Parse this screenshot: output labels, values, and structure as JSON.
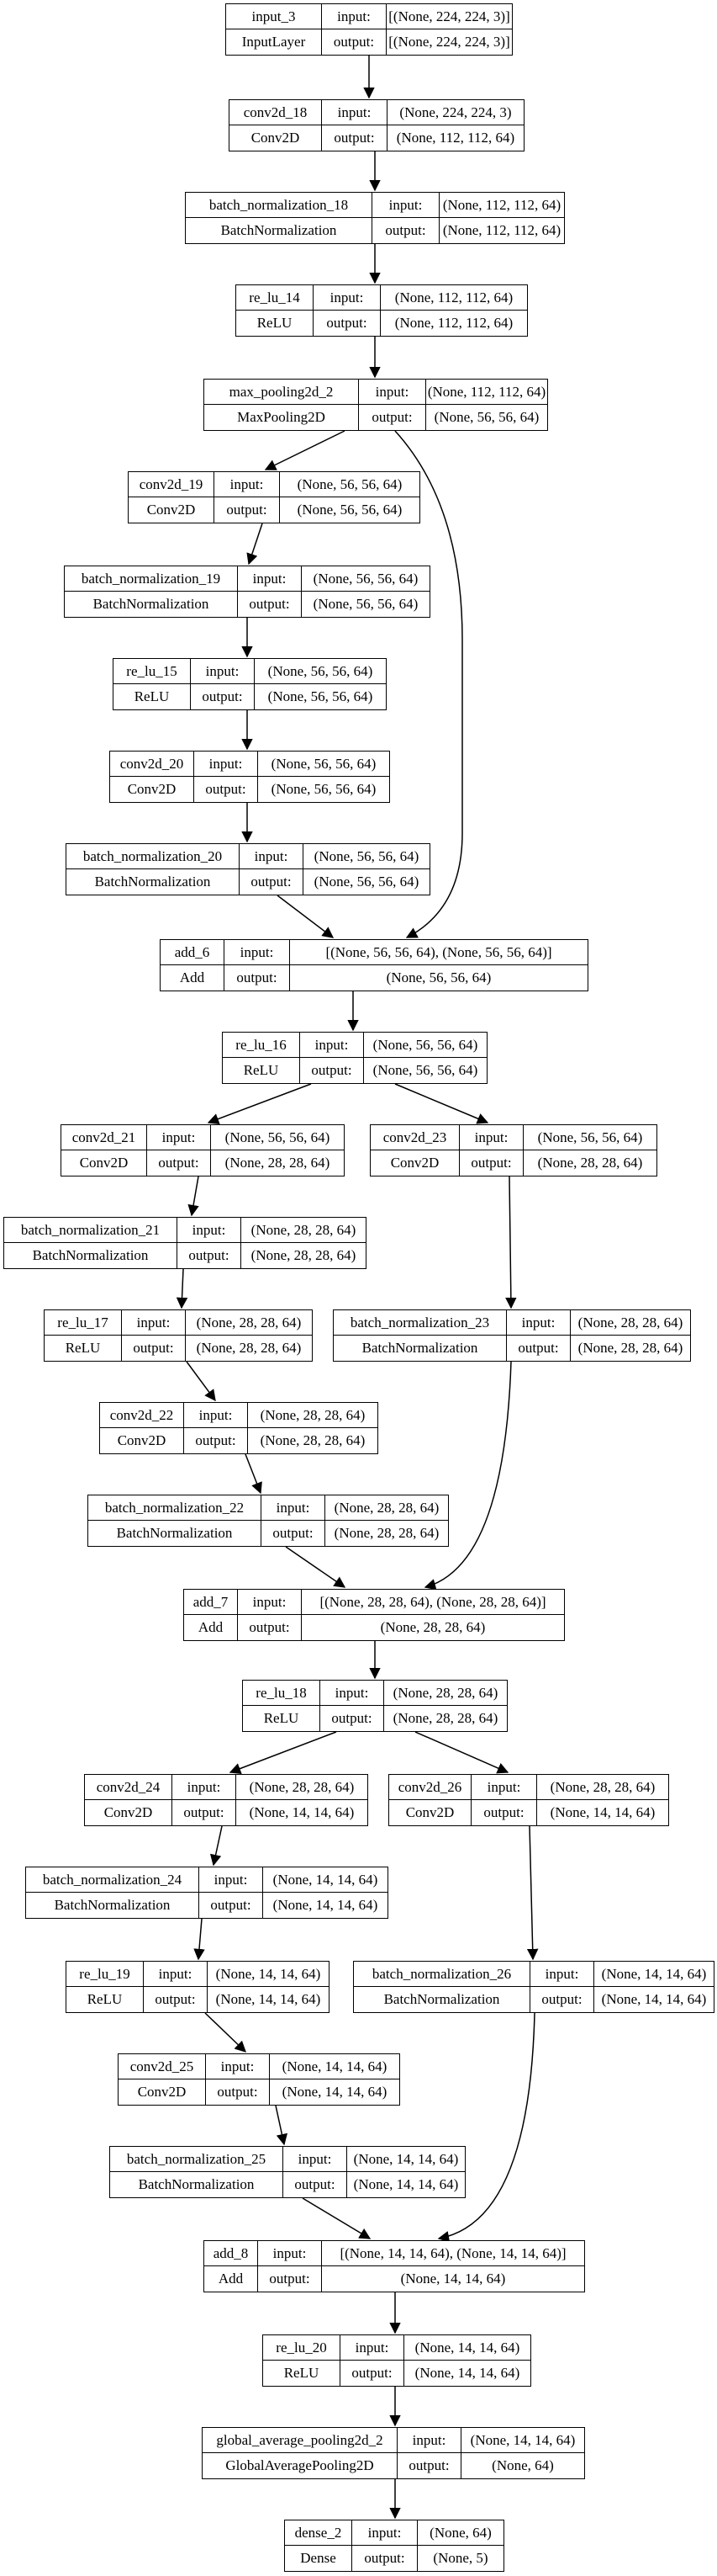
{
  "nodes": [
    {
      "id": "input_3",
      "name": "input_3",
      "type": "InputLayer",
      "input_label": "input:",
      "output_label": "output:",
      "input": "[(None, 224, 224, 3)]",
      "output": "[(None, 224, 224, 3)]"
    },
    {
      "id": "conv2d_18",
      "name": "conv2d_18",
      "type": "Conv2D",
      "input_label": "input:",
      "output_label": "output:",
      "input": "(None, 224, 224, 3)",
      "output": "(None, 112, 112, 64)"
    },
    {
      "id": "batch_normalization_18",
      "name": "batch_normalization_18",
      "type": "BatchNormalization",
      "input_label": "input:",
      "output_label": "output:",
      "input": "(None, 112, 112, 64)",
      "output": "(None, 112, 112, 64)"
    },
    {
      "id": "re_lu_14",
      "name": "re_lu_14",
      "type": "ReLU",
      "input_label": "input:",
      "output_label": "output:",
      "input": "(None, 112, 112, 64)",
      "output": "(None, 112, 112, 64)"
    },
    {
      "id": "max_pooling2d_2",
      "name": "max_pooling2d_2",
      "type": "MaxPooling2D",
      "input_label": "input:",
      "output_label": "output:",
      "input": "(None, 112, 112, 64)",
      "output": "(None, 56, 56, 64)"
    },
    {
      "id": "conv2d_19",
      "name": "conv2d_19",
      "type": "Conv2D",
      "input_label": "input:",
      "output_label": "output:",
      "input": "(None, 56, 56, 64)",
      "output": "(None, 56, 56, 64)"
    },
    {
      "id": "batch_normalization_19",
      "name": "batch_normalization_19",
      "type": "BatchNormalization",
      "input_label": "input:",
      "output_label": "output:",
      "input": "(None, 56, 56, 64)",
      "output": "(None, 56, 56, 64)"
    },
    {
      "id": "re_lu_15",
      "name": "re_lu_15",
      "type": "ReLU",
      "input_label": "input:",
      "output_label": "output:",
      "input": "(None, 56, 56, 64)",
      "output": "(None, 56, 56, 64)"
    },
    {
      "id": "conv2d_20",
      "name": "conv2d_20",
      "type": "Conv2D",
      "input_label": "input:",
      "output_label": "output:",
      "input": "(None, 56, 56, 64)",
      "output": "(None, 56, 56, 64)"
    },
    {
      "id": "batch_normalization_20",
      "name": "batch_normalization_20",
      "type": "BatchNormalization",
      "input_label": "input:",
      "output_label": "output:",
      "input": "(None, 56, 56, 64)",
      "output": "(None, 56, 56, 64)"
    },
    {
      "id": "add_6",
      "name": "add_6",
      "type": "Add",
      "input_label": "input:",
      "output_label": "output:",
      "input": "[(None, 56, 56, 64), (None, 56, 56, 64)]",
      "output": "(None, 56, 56, 64)"
    },
    {
      "id": "re_lu_16",
      "name": "re_lu_16",
      "type": "ReLU",
      "input_label": "input:",
      "output_label": "output:",
      "input": "(None, 56, 56, 64)",
      "output": "(None, 56, 56, 64)"
    },
    {
      "id": "conv2d_21",
      "name": "conv2d_21",
      "type": "Conv2D",
      "input_label": "input:",
      "output_label": "output:",
      "input": "(None, 56, 56, 64)",
      "output": "(None, 28, 28, 64)"
    },
    {
      "id": "conv2d_23",
      "name": "conv2d_23",
      "type": "Conv2D",
      "input_label": "input:",
      "output_label": "output:",
      "input": "(None, 56, 56, 64)",
      "output": "(None, 28, 28, 64)"
    },
    {
      "id": "batch_normalization_21",
      "name": "batch_normalization_21",
      "type": "BatchNormalization",
      "input_label": "input:",
      "output_label": "output:",
      "input": "(None, 28, 28, 64)",
      "output": "(None, 28, 28, 64)"
    },
    {
      "id": "re_lu_17",
      "name": "re_lu_17",
      "type": "ReLU",
      "input_label": "input:",
      "output_label": "output:",
      "input": "(None, 28, 28, 64)",
      "output": "(None, 28, 28, 64)"
    },
    {
      "id": "batch_normalization_23",
      "name": "batch_normalization_23",
      "type": "BatchNormalization",
      "input_label": "input:",
      "output_label": "output:",
      "input": "(None, 28, 28, 64)",
      "output": "(None, 28, 28, 64)"
    },
    {
      "id": "conv2d_22",
      "name": "conv2d_22",
      "type": "Conv2D",
      "input_label": "input:",
      "output_label": "output:",
      "input": "(None, 28, 28, 64)",
      "output": "(None, 28, 28, 64)"
    },
    {
      "id": "batch_normalization_22",
      "name": "batch_normalization_22",
      "type": "BatchNormalization",
      "input_label": "input:",
      "output_label": "output:",
      "input": "(None, 28, 28, 64)",
      "output": "(None, 28, 28, 64)"
    },
    {
      "id": "add_7",
      "name": "add_7",
      "type": "Add",
      "input_label": "input:",
      "output_label": "output:",
      "input": "[(None, 28, 28, 64), (None, 28, 28, 64)]",
      "output": "(None, 28, 28, 64)"
    },
    {
      "id": "re_lu_18",
      "name": "re_lu_18",
      "type": "ReLU",
      "input_label": "input:",
      "output_label": "output:",
      "input": "(None, 28, 28, 64)",
      "output": "(None, 28, 28, 64)"
    },
    {
      "id": "conv2d_24",
      "name": "conv2d_24",
      "type": "Conv2D",
      "input_label": "input:",
      "output_label": "output:",
      "input": "(None, 28, 28, 64)",
      "output": "(None, 14, 14, 64)"
    },
    {
      "id": "conv2d_26",
      "name": "conv2d_26",
      "type": "Conv2D",
      "input_label": "input:",
      "output_label": "output:",
      "input": "(None, 28, 28, 64)",
      "output": "(None, 14, 14, 64)"
    },
    {
      "id": "batch_normalization_24",
      "name": "batch_normalization_24",
      "type": "BatchNormalization",
      "input_label": "input:",
      "output_label": "output:",
      "input": "(None, 14, 14, 64)",
      "output": "(None, 14, 14, 64)"
    },
    {
      "id": "re_lu_19",
      "name": "re_lu_19",
      "type": "ReLU",
      "input_label": "input:",
      "output_label": "output:",
      "input": "(None, 14, 14, 64)",
      "output": "(None, 14, 14, 64)"
    },
    {
      "id": "batch_normalization_26",
      "name": "batch_normalization_26",
      "type": "BatchNormalization",
      "input_label": "input:",
      "output_label": "output:",
      "input": "(None, 14, 14, 64)",
      "output": "(None, 14, 14, 64)"
    },
    {
      "id": "conv2d_25",
      "name": "conv2d_25",
      "type": "Conv2D",
      "input_label": "input:",
      "output_label": "output:",
      "input": "(None, 14, 14, 64)",
      "output": "(None, 14, 14, 64)"
    },
    {
      "id": "batch_normalization_25",
      "name": "batch_normalization_25",
      "type": "BatchNormalization",
      "input_label": "input:",
      "output_label": "output:",
      "input": "(None, 14, 14, 64)",
      "output": "(None, 14, 14, 64)"
    },
    {
      "id": "add_8",
      "name": "add_8",
      "type": "Add",
      "input_label": "input:",
      "output_label": "output:",
      "input": "[(None, 14, 14, 64), (None, 14, 14, 64)]",
      "output": "(None, 14, 14, 64)"
    },
    {
      "id": "re_lu_20",
      "name": "re_lu_20",
      "type": "ReLU",
      "input_label": "input:",
      "output_label": "output:",
      "input": "(None, 14, 14, 64)",
      "output": "(None, 14, 14, 64)"
    },
    {
      "id": "global_average_pooling2d_2",
      "name": "global_average_pooling2d_2",
      "type": "GlobalAveragePooling2D",
      "input_label": "input:",
      "output_label": "output:",
      "input": "(None, 14, 14, 64)",
      "output": "(None, 64)"
    },
    {
      "id": "dense_2",
      "name": "dense_2",
      "type": "Dense",
      "input_label": "input:",
      "output_label": "output:",
      "input": "(None, 64)",
      "output": "(None, 5)"
    }
  ],
  "edges": [
    [
      "input_3",
      "conv2d_18"
    ],
    [
      "conv2d_18",
      "batch_normalization_18"
    ],
    [
      "batch_normalization_18",
      "re_lu_14"
    ],
    [
      "re_lu_14",
      "max_pooling2d_2"
    ],
    [
      "max_pooling2d_2",
      "conv2d_19"
    ],
    [
      "max_pooling2d_2",
      "add_6"
    ],
    [
      "conv2d_19",
      "batch_normalization_19"
    ],
    [
      "batch_normalization_19",
      "re_lu_15"
    ],
    [
      "re_lu_15",
      "conv2d_20"
    ],
    [
      "conv2d_20",
      "batch_normalization_20"
    ],
    [
      "batch_normalization_20",
      "add_6"
    ],
    [
      "add_6",
      "re_lu_16"
    ],
    [
      "re_lu_16",
      "conv2d_21"
    ],
    [
      "re_lu_16",
      "conv2d_23"
    ],
    [
      "conv2d_21",
      "batch_normalization_21"
    ],
    [
      "batch_normalization_21",
      "re_lu_17"
    ],
    [
      "re_lu_17",
      "conv2d_22"
    ],
    [
      "conv2d_22",
      "batch_normalization_22"
    ],
    [
      "batch_normalization_22",
      "add_7"
    ],
    [
      "conv2d_23",
      "batch_normalization_23"
    ],
    [
      "batch_normalization_23",
      "add_7"
    ],
    [
      "add_7",
      "re_lu_18"
    ],
    [
      "re_lu_18",
      "conv2d_24"
    ],
    [
      "re_lu_18",
      "conv2d_26"
    ],
    [
      "conv2d_24",
      "batch_normalization_24"
    ],
    [
      "batch_normalization_24",
      "re_lu_19"
    ],
    [
      "re_lu_19",
      "conv2d_25"
    ],
    [
      "conv2d_25",
      "batch_normalization_25"
    ],
    [
      "batch_normalization_25",
      "add_8"
    ],
    [
      "conv2d_26",
      "batch_normalization_26"
    ],
    [
      "batch_normalization_26",
      "add_8"
    ],
    [
      "add_8",
      "re_lu_20"
    ],
    [
      "re_lu_20",
      "global_average_pooling2d_2"
    ],
    [
      "global_average_pooling2d_2",
      "dense_2"
    ]
  ]
}
